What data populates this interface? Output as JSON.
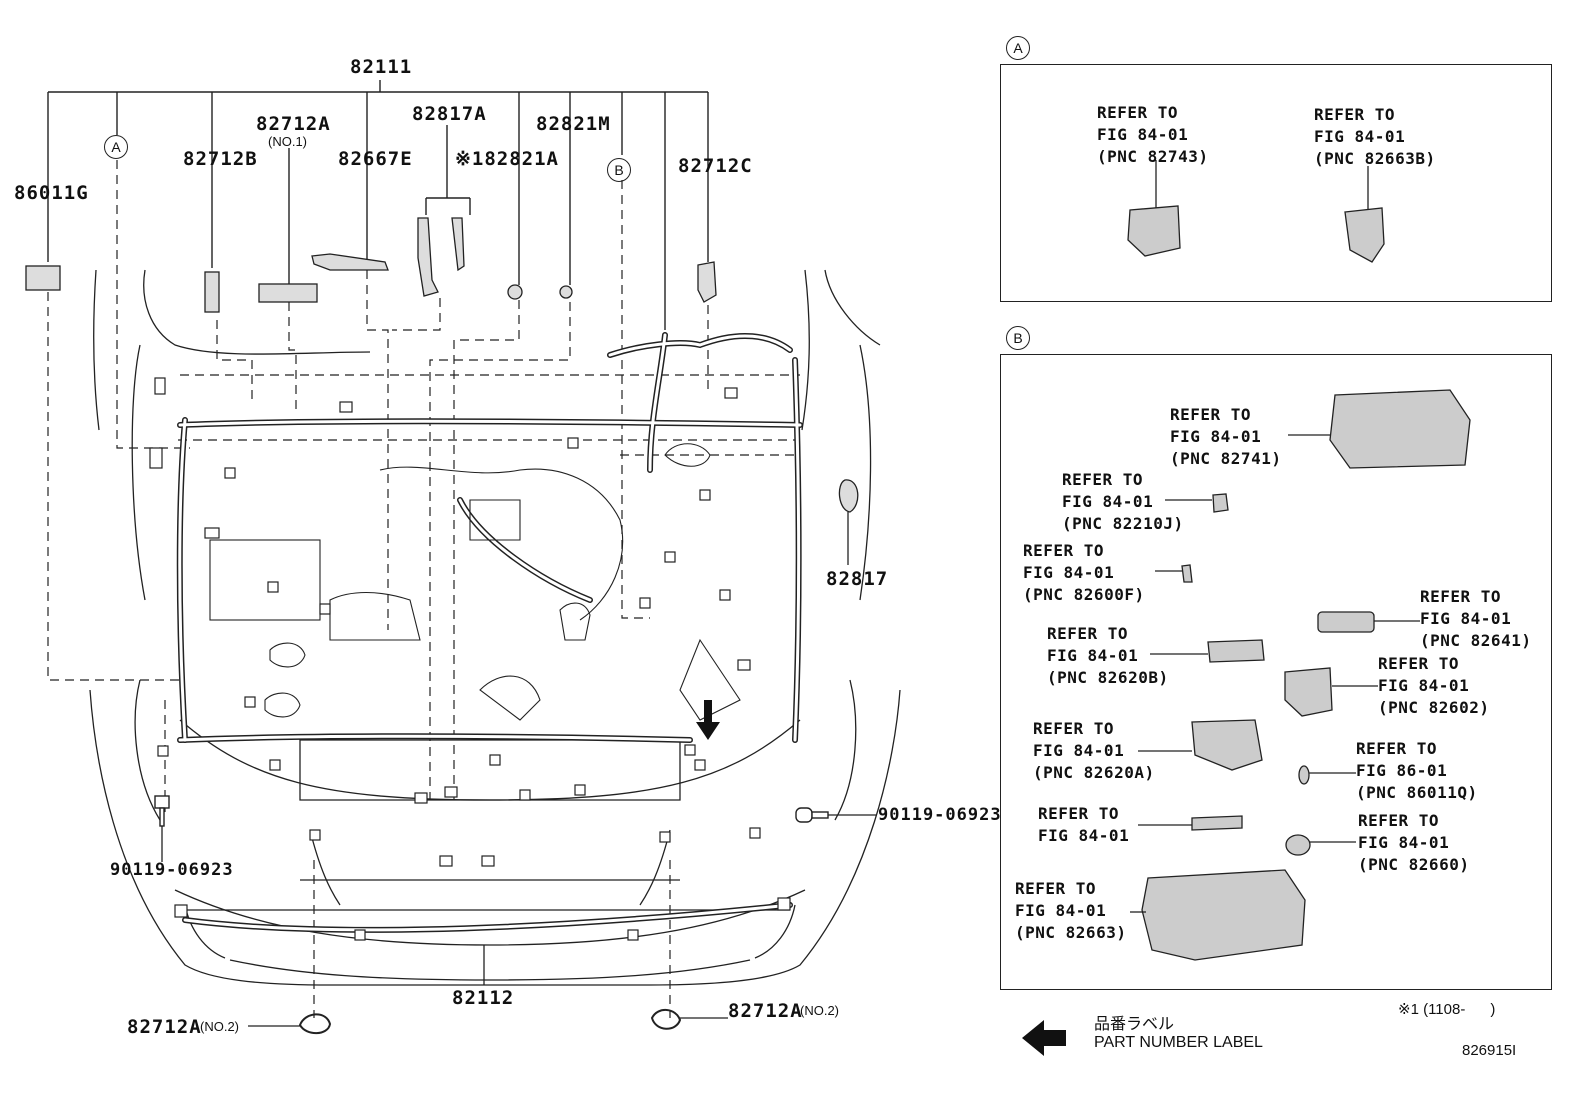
{
  "main": {
    "top_part": "82111",
    "bottom_part": "82112",
    "labels": {
      "l86011G": "86011G",
      "l82712B": "82712B",
      "l82712A": "82712A",
      "l82712A_sub": "(NO.1)",
      "l82667E": "82667E",
      "l82817A": "82817A",
      "l82821A": "※182821A",
      "l82821M": "82821M",
      "l82712C": "82712C",
      "l82817": "82817",
      "bolt_right": "90119-06923",
      "bolt_left": "90119-06923",
      "clip_left": "82712A",
      "clip_left_sub": "(NO.2)",
      "clip_right": "82712A",
      "clip_right_sub": "(NO.2)"
    },
    "callouts": {
      "a": "A",
      "b": "B"
    }
  },
  "panel_a": {
    "marker": "A",
    "refs": [
      "REFER TO\nFIG 84-01\n(PNC 82743)",
      "REFER TO\nFIG 84-01\n(PNC 82663B)"
    ]
  },
  "panel_b": {
    "marker": "B",
    "refs": [
      "REFER TO\nFIG 84-01\n(PNC 82741)",
      "REFER TO\nFIG 84-01\n(PNC 82210J)",
      "REFER TO\nFIG 84-01\n(PNC 82600F)",
      "REFER TO\nFIG 84-01\n(PNC 82641)",
      "REFER TO\nFIG 84-01\n(PNC 82620B)",
      "REFER TO\nFIG 84-01\n(PNC 82602)",
      "REFER TO\nFIG 84-01\n(PNC 82620A)",
      "REFER TO\nFIG 86-01\n(PNC 86011Q)",
      "REFER TO\nFIG 84-01",
      "REFER TO\nFIG 84-01\n(PNC 82660)",
      "REFER TO\nFIG 84-01\n(PNC 82663)"
    ]
  },
  "footer": {
    "jp_label": "品番ラベル",
    "en_label": "PART NUMBER LABEL",
    "note": "※1 (1108-      )",
    "figure_id": "826915I"
  }
}
